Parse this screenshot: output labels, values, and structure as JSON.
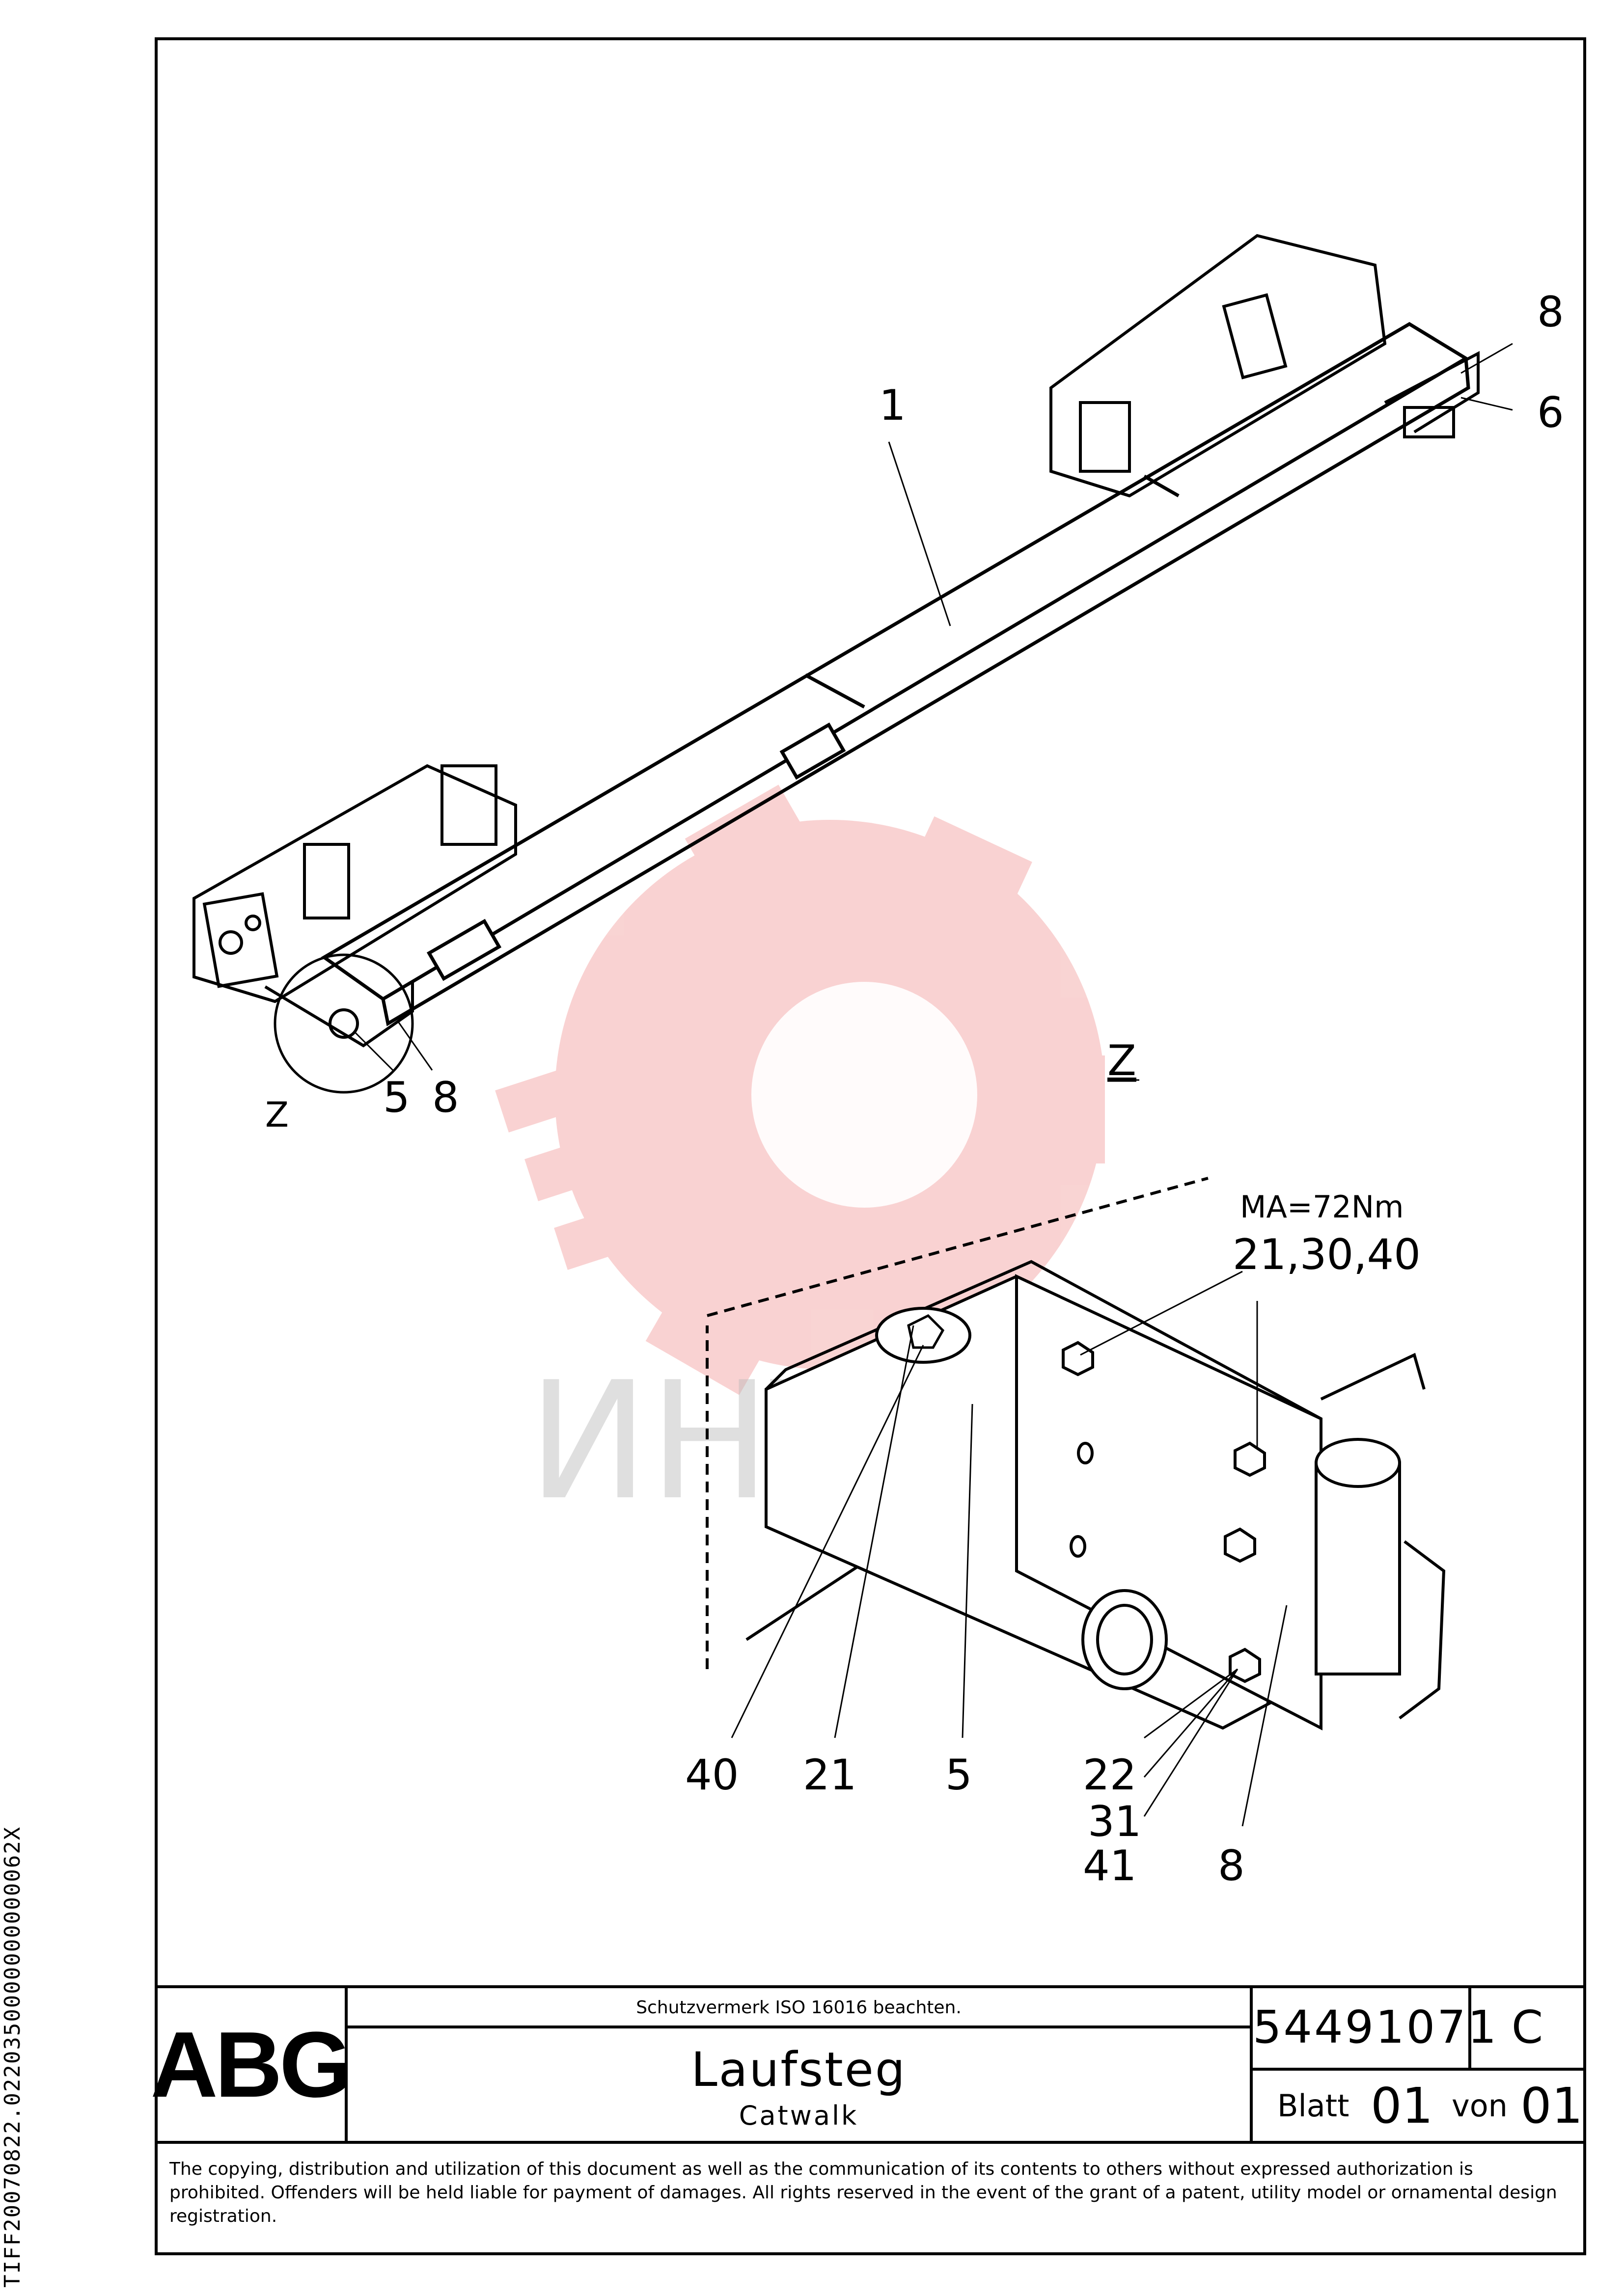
{
  "side_id": "TIFF20070822.0220350000000000062X",
  "view_label": "Z",
  "detail_label": "Z",
  "torque_note": "MA=72Nm",
  "callouts": {
    "c1": "1",
    "c8_top": "8",
    "c6": "6",
    "c5_left": "5",
    "c8_left": "8",
    "c21_30_40": "21,30,40",
    "c40": "40",
    "c21": "21",
    "c5": "5",
    "c22": "22",
    "c31": "31",
    "c41": "41",
    "c8_bottom": "8"
  },
  "watermark": {
    "text": "ИНТЕХ",
    "color": "#f28b8b"
  },
  "title_block": {
    "logo": "ABG",
    "protection_note": "Schutzvermerk ISO 16016 beachten.",
    "title_de": "Laufsteg",
    "title_en": "Catwalk",
    "drawing_number": "54491071",
    "revision": "C",
    "sheet_label": "Blatt",
    "sheet_number": "01",
    "of_label": "von",
    "total_sheets": "01"
  },
  "copyright": "The copying, distribution and utilization of this document as well as the communication of its contents to others without expressed authorization is prohibited. Offenders will be held liable for payment of damages. All rights reserved in the event of the grant of a patent, utility model or ornamental design registration."
}
